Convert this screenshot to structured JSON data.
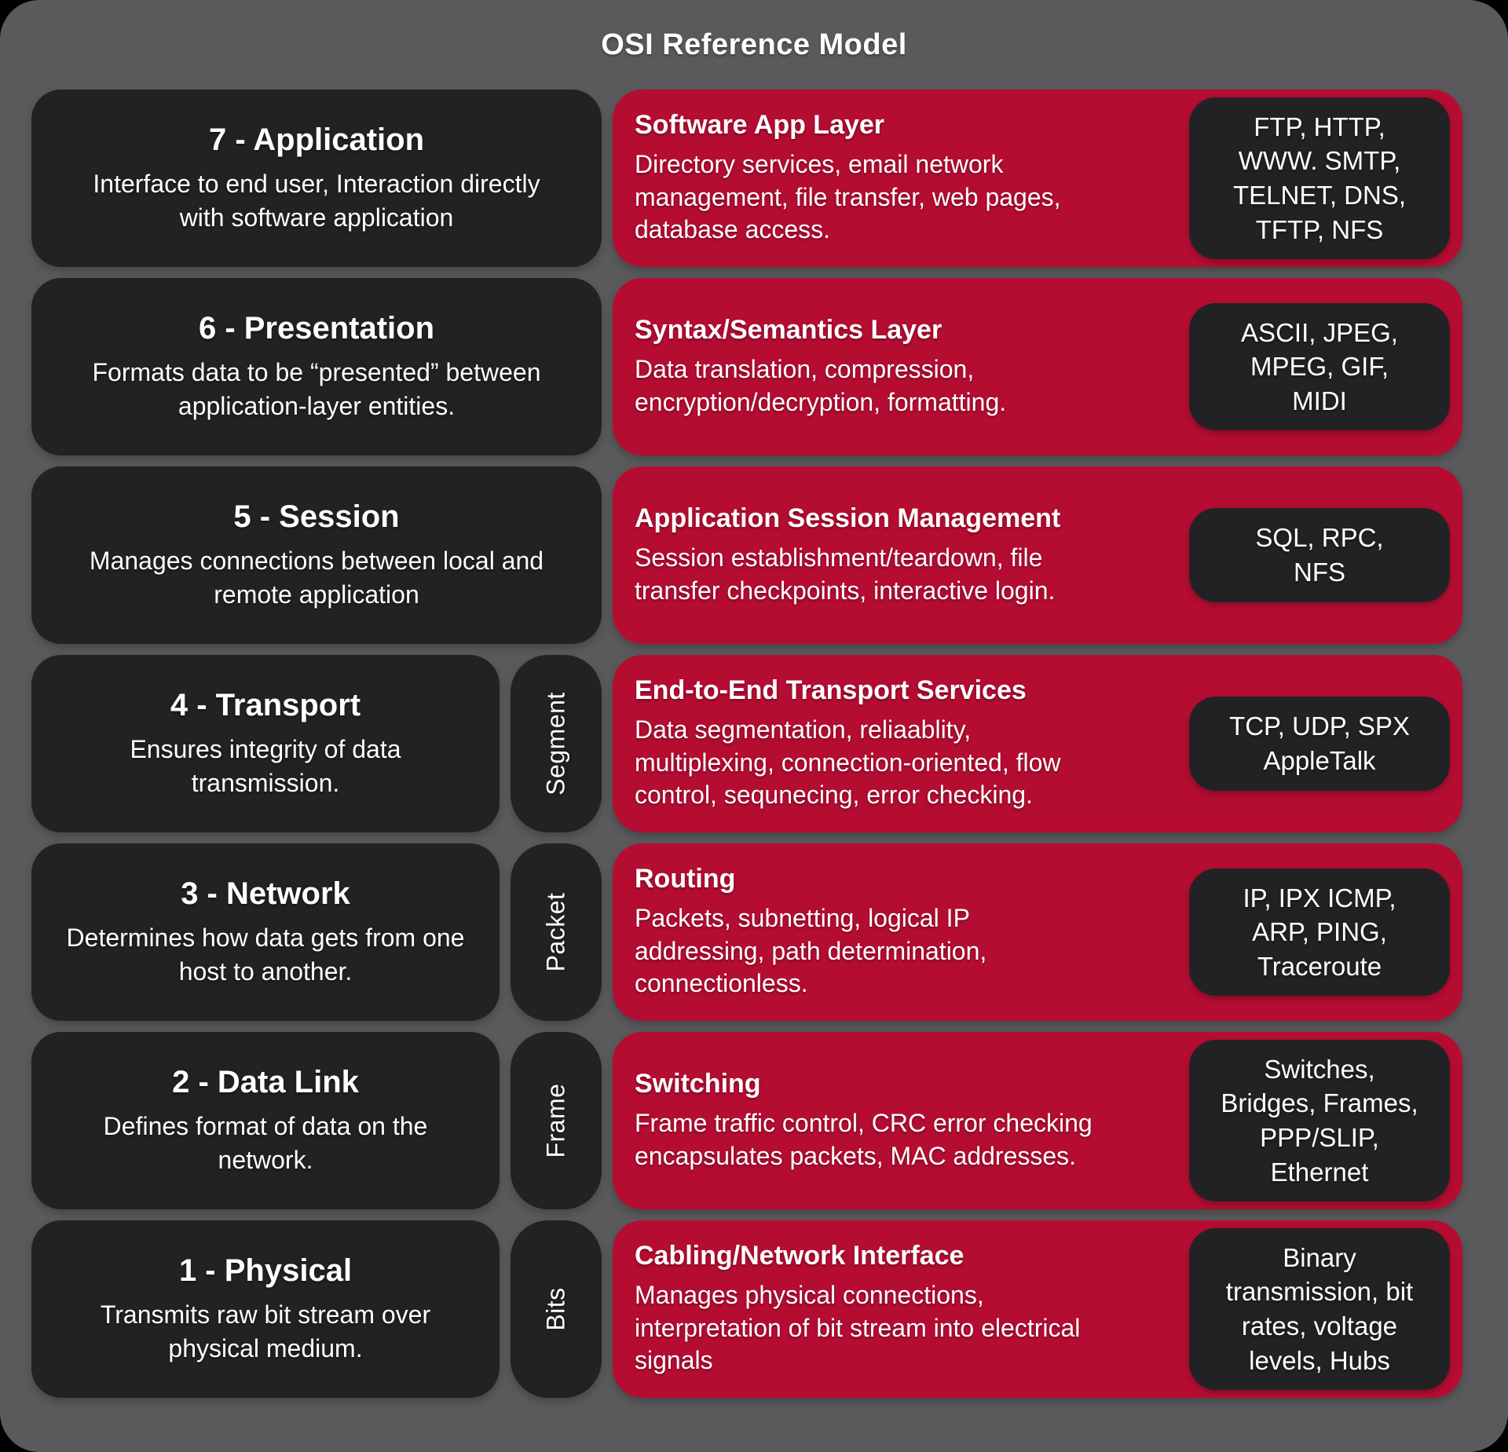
{
  "title": "OSI Reference Model",
  "colors": {
    "background": "#000000",
    "panel": "#5a5a5c",
    "dark_box": "#222224",
    "red_box": "#b50d32",
    "text": "#ffffff"
  },
  "layers": [
    {
      "name": "7 - Application",
      "description": "Interface to end user, Interaction directly with software application",
      "pdu": "",
      "function_title": "Software App Layer",
      "function_description": "Directory services, email network management, file transfer, web pages, database access.",
      "protocols": "FTP, HTTP,\nWWW. SMTP,\nTELNET, DNS,\nTFTP, NFS"
    },
    {
      "name": "6 - Presentation",
      "description": "Formats data to be “presented” between application-layer entities.",
      "pdu": "",
      "function_title": "Syntax/Semantics Layer",
      "function_description": "Data translation, compression, encryption/decryption, formatting.",
      "protocols": "ASCII, JPEG,\nMPEG, GIF,\nMIDI"
    },
    {
      "name": "5 - Session",
      "description": "Manages connections between local and remote application",
      "pdu": "",
      "function_title": "Application Session Management",
      "function_description": "Session establishment/teardown, file transfer checkpoints, interactive login.",
      "protocols": "SQL, RPC,\nNFS"
    },
    {
      "name": "4 - Transport",
      "description": "Ensures integrity of data transmission.",
      "pdu": "Segment",
      "function_title": "End-to-End Transport Services",
      "function_description": "Data segmentation, reliaablity, multiplexing, connection-oriented, flow control, sequnecing, error checking.",
      "protocols": "TCP, UDP, SPX\nAppleTalk"
    },
    {
      "name": "3 - Network",
      "description": "Determines how data gets from one host to another.",
      "pdu": "Packet",
      "function_title": "Routing",
      "function_description": "Packets, subnetting, logical IP addressing, path determination, connectionless.",
      "protocols": "IP, IPX ICMP,\nARP, PING,\nTraceroute"
    },
    {
      "name": "2 - Data Link",
      "description": "Defines format of data on the network.",
      "pdu": "Frame",
      "function_title": "Switching",
      "function_description": "Frame traffic control, CRC error checking encapsulates packets, MAC addresses.",
      "protocols": "Switches,\nBridges, Frames,\nPPP/SLIP,\nEthernet"
    },
    {
      "name": "1 - Physical",
      "description": "Transmits raw bit stream over physical medium.",
      "pdu": "Bits",
      "function_title": "Cabling/Network Interface",
      "function_description": "Manages physical connections, interpretation of bit stream into electrical signals",
      "protocols": "Binary\ntransmission, bit\nrates, voltage\nlevels, Hubs"
    }
  ]
}
